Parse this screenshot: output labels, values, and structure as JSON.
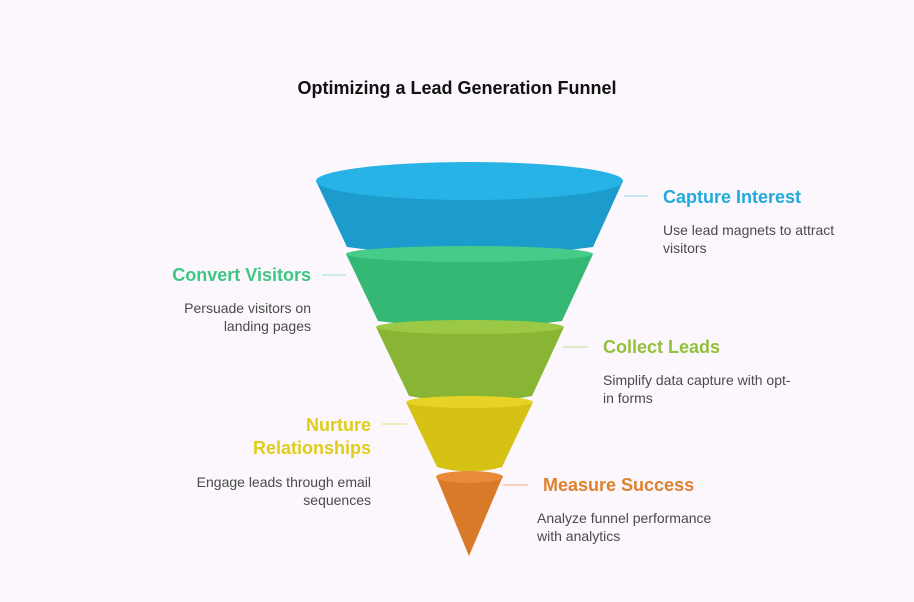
{
  "title": "Optimizing a Lead Generation Funnel",
  "stages": [
    {
      "title": "Capture Interest",
      "description": "Use lead magnets to attract visitors",
      "color": "#22aadc"
    },
    {
      "title": "Convert Visitors",
      "description": "Persuade visitors on landing pages",
      "color": "#3fc680"
    },
    {
      "title": "Collect Leads",
      "description": "Simplify data capture with opt-in forms",
      "color": "#93c03a"
    },
    {
      "title": "Nurture Relationships",
      "description": "Engage leads through email sequences",
      "color": "#e0cc1b"
    },
    {
      "title": "Measure Success",
      "description": "Analyze funnel performance with analytics",
      "color": "#e0812e"
    }
  ]
}
